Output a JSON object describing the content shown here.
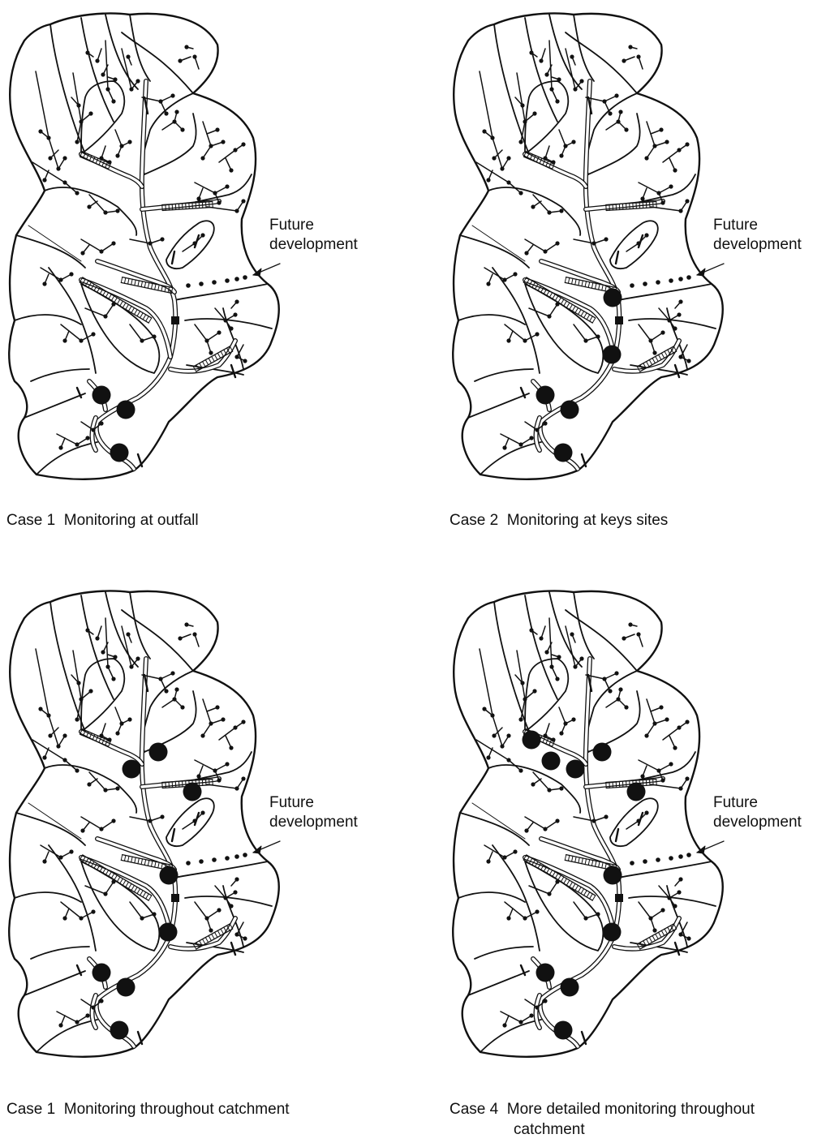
{
  "future_label_line1": "Future",
  "future_label_line2": "development",
  "panels": [
    {
      "case": "Case 1",
      "title": "Monitoring at outfall",
      "title_line2": "",
      "monitors": [
        [
          125,
          487
        ],
        [
          155,
          505
        ],
        [
          147,
          558
        ]
      ]
    },
    {
      "case": "Case 2",
      "title": "Monitoring at keys sites",
      "title_line2": "",
      "monitors": [
        [
          125,
          487
        ],
        [
          155,
          505
        ],
        [
          147,
          558
        ],
        [
          207,
          437
        ],
        [
          208,
          367
        ]
      ]
    },
    {
      "case": "Case 1",
      "title": "Monitoring throughout catchment",
      "title_line2": "",
      "monitors": [
        [
          125,
          487
        ],
        [
          155,
          505
        ],
        [
          147,
          558
        ],
        [
          207,
          437
        ],
        [
          208,
          367
        ],
        [
          237,
          264
        ],
        [
          195,
          215
        ],
        [
          162,
          236
        ]
      ]
    },
    {
      "case": "Case 4",
      "title": "More detailed monitoring throughout",
      "title_line2": "catchment",
      "monitors": [
        [
          125,
          487
        ],
        [
          155,
          505
        ],
        [
          147,
          558
        ],
        [
          207,
          437
        ],
        [
          208,
          367
        ],
        [
          237,
          264
        ],
        [
          195,
          215
        ],
        [
          162,
          236
        ],
        [
          108,
          200
        ],
        [
          132,
          226
        ]
      ]
    }
  ],
  "colors": {
    "line": "#111111",
    "background": "#ffffff"
  }
}
